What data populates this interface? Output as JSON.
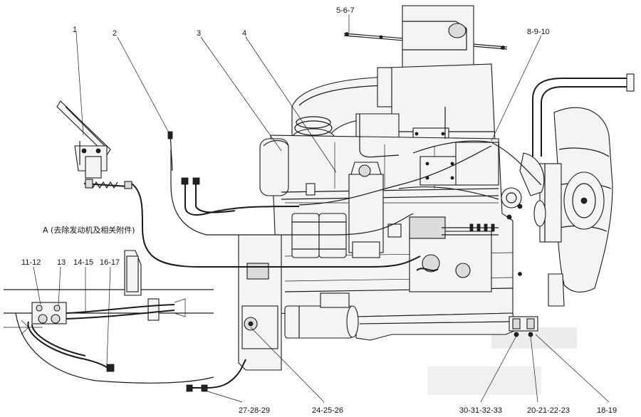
{
  "caption": "A (去除发动机及相关附件)",
  "labels": {
    "l1": "1",
    "l2": "2",
    "l3": "3",
    "l4": "4",
    "l567": "5-6-7",
    "l8910": "8-9-10",
    "l1112": "11-12",
    "l13": "13",
    "l1415": "14-15",
    "l1617": "16-17",
    "l1819": "18-19",
    "l20": "20-21-22-23",
    "l24": "24-25-26",
    "l27": "27-28-29",
    "l30": "30-31-32-33"
  }
}
